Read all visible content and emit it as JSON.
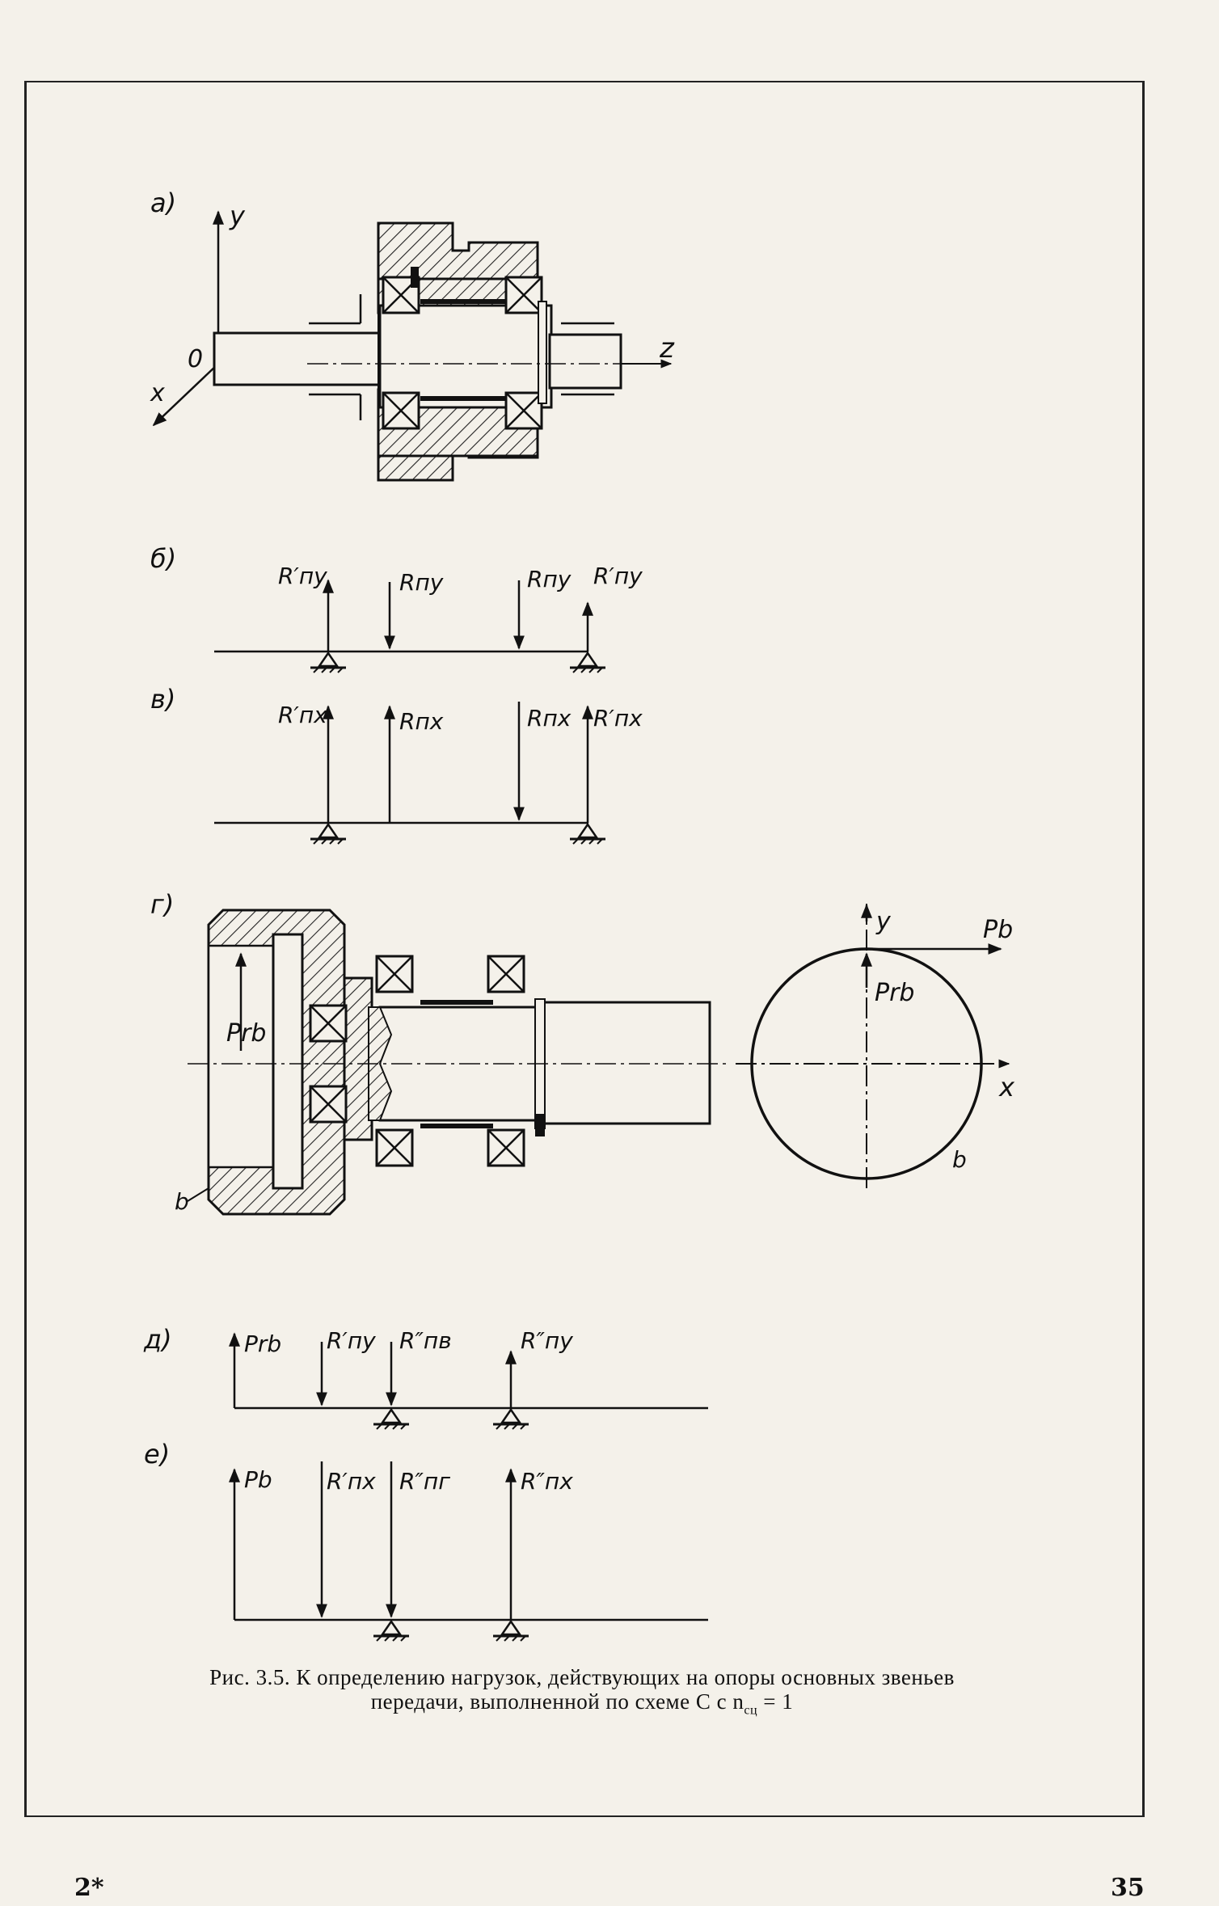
{
  "figure": {
    "panels": {
      "a": {
        "label": "а)",
        "axis_y": "y",
        "axis_z": "z",
        "axis_x": "x",
        "origin": "0"
      },
      "b": {
        "label": "б)",
        "forces": [
          "R′пу",
          "Rпу",
          "Rпу",
          "R′пу"
        ]
      },
      "v": {
        "label": "в)",
        "forces": [
          "R′пх",
          "Rпх",
          "Rпх",
          "R′пх"
        ]
      },
      "g": {
        "label": "г)",
        "force_prb": "Prb",
        "label_b_left": "b",
        "axis_y": "y",
        "axis_x": "x",
        "force_pb": "Pb",
        "force_prb_circle": "Prb",
        "label_b_circle": "b"
      },
      "d": {
        "label": "д)",
        "forces": [
          "Prb",
          "R′пу",
          "R″пв",
          "R″пу"
        ]
      },
      "e": {
        "label": "е)",
        "forces": [
          "Pb",
          "R′пх",
          "R″пг",
          "R″пх"
        ]
      }
    }
  },
  "caption": {
    "line1": "Рис. 3.5. К определению нагрузок, действующих на опоры основных звеньев",
    "line2": "передачи, выполненной по схеме C с n",
    "line2_sub": "сц",
    "line2_tail": " = 1"
  },
  "page": {
    "signature_mark": "2*",
    "number": "35"
  }
}
